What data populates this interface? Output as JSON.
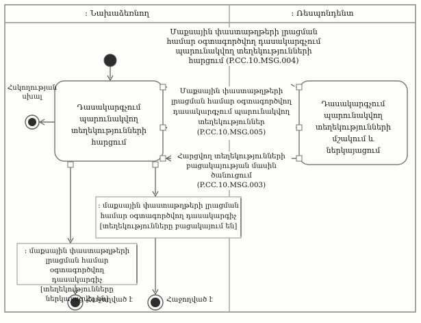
{
  "lanes": {
    "left_label": ": Նախաձեռնող",
    "right_label": ": Ռեսպոնդենտ"
  },
  "messages": {
    "msg004": "Մաքսային փաստաթղթերի լրացման\nհամար օգտագործվող դասակարգչում\nպարունակվող տեղեկությունների\nհարցում (P.CC.10.MSG.004)",
    "msg005": "Մաքսային փաստաթղթերի\nլրացման համար օգտագործվող\nդասակարգչում պարունակվող\nտեղեկություններ (P.CC.10.MSG.005)",
    "msg003": "Հարցվող տեղեկությունների\nբացակայության մասին ծանուցում\n(P.CC.10.MSG.003)"
  },
  "activities": {
    "left": "Դասակարգչում\nպարունակվող\nտեղեկությունների հարցում",
    "right": "Դասակարգչում\nպարունակվող\nտեղեկությունների մշակում և\nներկայացում"
  },
  "objects": {
    "missing": ": մաքսային փաստաթղթերի լրացման\nհամար օգտագործվող դասակարգիչ\n[տեղեկությունները բացակայում են]",
    "presented": ": մաքսային փաստաթղթերի\nլրացման համար օգտագործվող\nդասակարգիչ [տեղեկությունները\nներկայացվել են]"
  },
  "terminals": {
    "control_error": "Հսկողության\nսխալ",
    "success_left": "Հաջողված է",
    "success_right": "Հաջողված է"
  },
  "colors": {
    "frame": "#8e8e8e",
    "activity_border": "#7b7b7b",
    "object_border": "#9a9a9a",
    "flow_line": "#565656",
    "node_fill": "#2e2e2e"
  }
}
